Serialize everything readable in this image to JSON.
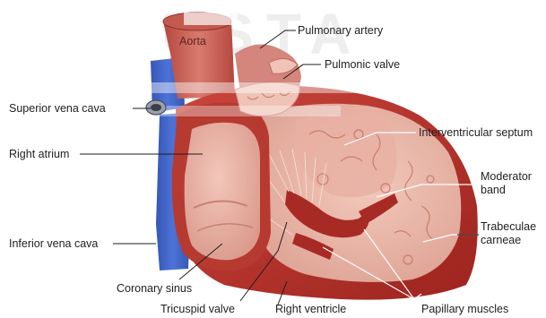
{
  "watermark": {
    "text": "USTA"
  },
  "labels": {
    "aorta": "Aorta",
    "pulmonary_artery": "Pulmonary artery",
    "pulmonic_valve": "Pulmonic valve",
    "superior_vena_cava": "Superior vena cava",
    "right_atrium": "Right atrium",
    "interventricular_septum": "Interventricular septum",
    "moderator_band_line1": "Moderator",
    "moderator_band_line2": "band",
    "trabeculae_carneae_line1": "Trabeculae",
    "trabeculae_carneae_line2": "carneae",
    "inferior_vena_cava": "Inferior vena cava",
    "coronary_sinus": "Coronary sinus",
    "tricuspid_valve": "Tricuspid valve",
    "right_ventricle": "Right ventricle",
    "papillary_muscles": "Papillary muscles"
  },
  "colors": {
    "vein_blue": "#3f63c8",
    "myocardium": "#c0392f",
    "myocardium_dark": "#8c1f1b",
    "chamber_interior": "#e8b7a8",
    "atrium_surface": "#e9b3a6",
    "pulmonary_artery": "#d8867d",
    "muscle": "#b0332c"
  }
}
